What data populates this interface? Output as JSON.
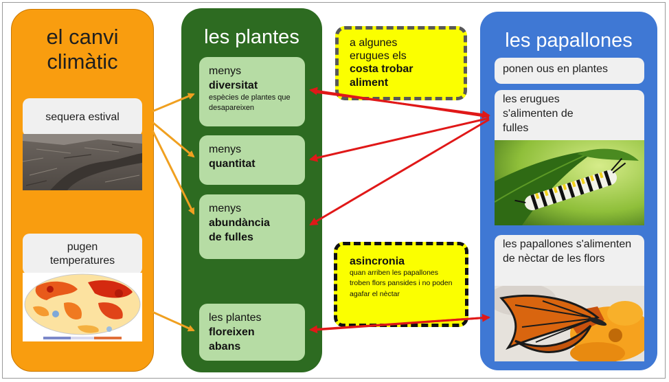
{
  "climate": {
    "title": "el canvi climàtic",
    "drought": "sequera estival",
    "temps": "pugen temperatures"
  },
  "plants": {
    "title": "les plantes",
    "diversity": {
      "prefix": "menys",
      "bold": "diversitat",
      "note": "espècies de plantes que desapareixen"
    },
    "quantity": {
      "prefix": "menys",
      "bold": "quantitat"
    },
    "leaves": {
      "prefix": "menys",
      "bold": "abundància de fulles"
    },
    "flower": {
      "prefix": "les plantes",
      "bold": "floreixen abans"
    }
  },
  "notes": {
    "food": {
      "text": "a algunes erugues els",
      "bold": "costa trobar aliment"
    },
    "async": {
      "bold": "asincronia",
      "text": "quan arriben les papallones troben flors pansides i no poden agafar el nèctar"
    }
  },
  "butterflies": {
    "title": "les papallones",
    "eggs": "ponen ous en plantes",
    "caterpillars": "les erugues s'alimenten de fulles",
    "nectar": "les papallones s'alimenten de nèctar de les flors"
  },
  "colors": {
    "orange": "#f99d0f",
    "green": "#2d6b21",
    "blue": "#3f78d4",
    "yellow": "#fbff00",
    "arrow_orange": "#f0a020",
    "arrow_red": "#e01818"
  }
}
